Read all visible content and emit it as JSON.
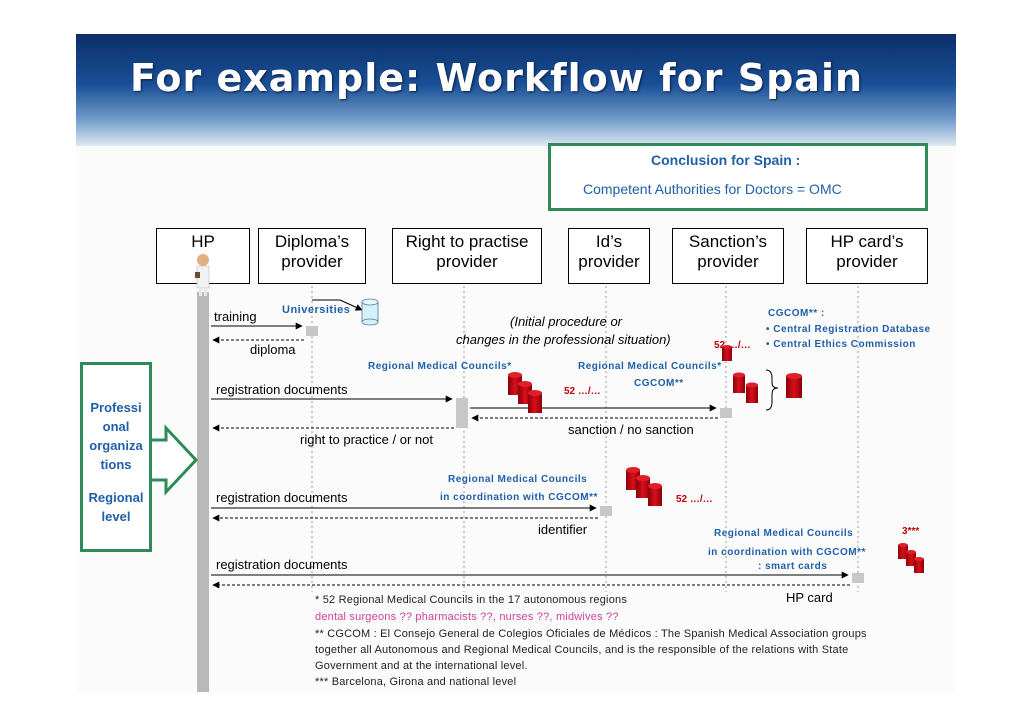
{
  "title": "For example: Workflow for Spain",
  "conclusion": {
    "heading": "Conclusion for Spain :",
    "text": "Competent Authorities for Doctors = OMC"
  },
  "lanes": [
    {
      "id": "hp",
      "line1": "HP",
      "line2": ""
    },
    {
      "id": "diploma",
      "line1": "Diploma’s",
      "line2": "provider"
    },
    {
      "id": "right",
      "line1": "Right to practise",
      "line2": "provider"
    },
    {
      "id": "ids",
      "line1": "Id’s",
      "line2": "provider"
    },
    {
      "id": "sanction",
      "line1": "Sanction’s",
      "line2": "provider"
    },
    {
      "id": "card",
      "line1": "HP card’s",
      "line2": "provider"
    }
  ],
  "side": {
    "line1": "Professi",
    "line2": "onal",
    "line3": "organiza",
    "line4": "tions",
    "line5": "Regional",
    "line6": "level"
  },
  "labels": {
    "training": "training",
    "universities": "Universities",
    "diploma": "diploma",
    "initial1": "(Initial procedure or",
    "initial2": "changes in the professional situation)",
    "cgcom_head": "CGCOM** :",
    "cgcom_reg": "• Central Registration Database",
    "cgcom_eth": "• Central Ethics Commission",
    "rmc_star1": "Regional Medical Councils*",
    "rmc_star2": "Regional Medical Councils*",
    "cgcom2": "CGCOM**",
    "n52a": "52 …/…",
    "n52b": "52 …/…",
    "n52c": "52 …/…",
    "reg_docs1": "registration documents",
    "right_or_not": "right to practice / or not",
    "sanction": "sanction / no sanction",
    "rmc3": "Regional Medical Councils",
    "coord3": "in coordination with CGCOM**",
    "reg_docs2": "registration documents",
    "identifier": "identifier",
    "rmc4": "Regional Medical Councils",
    "n3": "3***",
    "coord4": "in coordination with CGCOM**",
    "smart": ": smart cards",
    "reg_docs3": "registration documents",
    "hpcard": "HP card"
  },
  "footnotes": {
    "f1": "* 52 Regional Medical Councils in the 17 autonomous regions",
    "f2": "dental surgeons ?? pharmacists ??, nurses ??, midwives ??",
    "f3": "** CGCOM : El Consejo General de Colegios Oficiales de Médicos : The Spanish Medical Association groups",
    "f4": "together all Autonomous and Regional Medical Councils, and is the responsible of the relations with State",
    "f5": "Government and at the international level.",
    "f6": "*** Barcelona, Girona and national level"
  },
  "colors": {
    "accent_green": "#2e8b57",
    "text_blue": "#1f5fa8",
    "db_red": "#c0000c",
    "banner": "#1a4f96"
  }
}
